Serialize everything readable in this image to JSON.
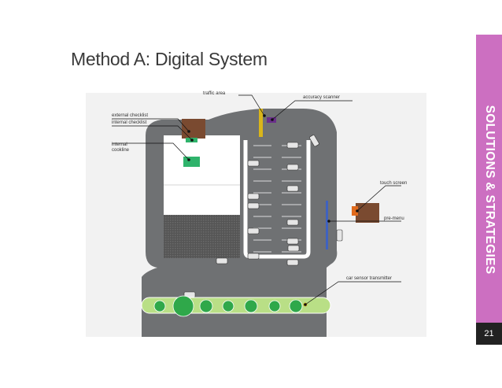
{
  "slide": {
    "title": "Method A: Digital System",
    "section": "SOLUTIONS & STRATEGIES",
    "page_number": "21"
  },
  "annotations": {
    "traffic_area": "traffic area",
    "accuracy_scanner": "accuracy scanner",
    "external_checklist": "external checklist",
    "internal_checklist": "internal checklist",
    "internal_cookline_1": "internal",
    "internal_cookline_2": "cookline",
    "touch_screen": "touch screen",
    "pre_menu": "pre-menu",
    "car_sensor_transmitter": "car sensor transmitter"
  },
  "colors": {
    "accent": "#cc6fc1",
    "asphalt": "#6f7173",
    "grass": "#b9df86",
    "cookline_green": "#2fb36b",
    "wood": "#7a4a30",
    "scanner_purple": "#6a2f8a",
    "traffic_yellow": "#d9b51a",
    "touch_orange": "#e06a1c",
    "premenu_blue": "#3f62c0"
  }
}
